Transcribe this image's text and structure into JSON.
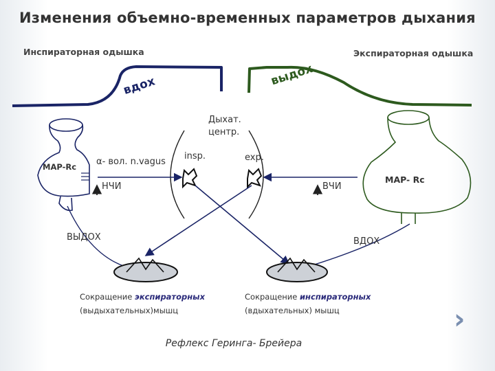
{
  "title": "Изменения объемно-временных параметров дыхания",
  "left_subtitle": "Инспираторная одышка",
  "right_subtitle": "Экспираторная одышка",
  "wave_left_label": "вдох",
  "wave_right_label": "выдох",
  "center_label_line1": "Дыхат.",
  "center_label_line2": "центр.",
  "insp_label": "insp.",
  "exp_label": "exp.",
  "left_flask_label": "MAP-Rc",
  "right_flask_label": "MAP- Rc",
  "vagus_label": "α- вол. n.vagus",
  "nchi_label": "НЧИ",
  "vchi_label": "ВЧИ",
  "left_phase_label": "ВЫДОХ",
  "right_phase_label": "ВДОХ",
  "left_caption": {
    "prefix": "Сокращение ",
    "emphasis": "экспираторных",
    "line2": "(выдыхательных)мышц"
  },
  "right_caption": {
    "prefix": "Сокращение ",
    "emphasis": "инспираторных",
    "line2": "(вдыхательных) мышц"
  },
  "reflex_label": "Рефлекс Геринга- Брейера",
  "next_icon": "chevron-right-icon",
  "colors": {
    "navy": "#1a2466",
    "green": "#2d5a1e",
    "ellipse_fill": "#cdd1d7",
    "accent": "#7a8fb0"
  }
}
